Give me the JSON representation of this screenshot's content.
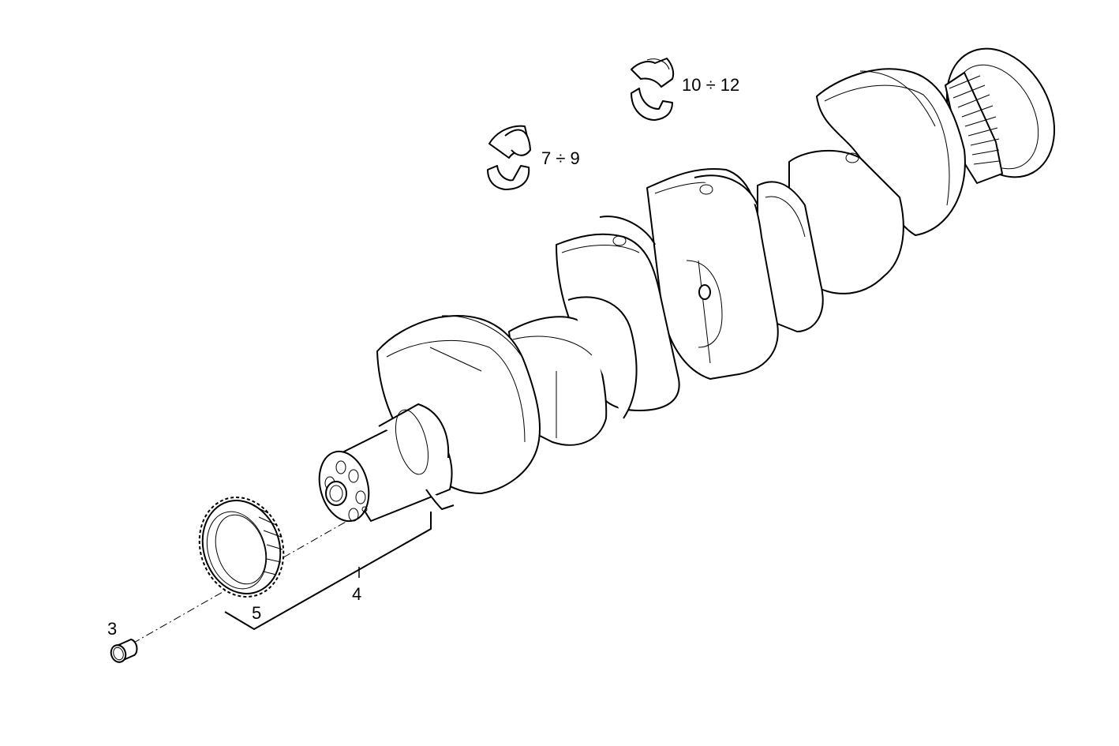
{
  "diagram": {
    "type": "exploded-parts-view",
    "subject": "crankshaft assembly",
    "line_color": "#000000",
    "background": "#ffffff"
  },
  "callouts": [
    {
      "id": "3",
      "label": "3",
      "part": "plug / dowel"
    },
    {
      "id": "4",
      "label": "4",
      "part": "crankshaft (with gear)"
    },
    {
      "id": "5",
      "label": "5",
      "part": "timing gear"
    },
    {
      "id": "7-9",
      "label": "7 ÷ 9",
      "part": "main bearing shells"
    },
    {
      "id": "10-12",
      "label": "10 ÷ 12",
      "part": "thrust bearing shells"
    }
  ]
}
